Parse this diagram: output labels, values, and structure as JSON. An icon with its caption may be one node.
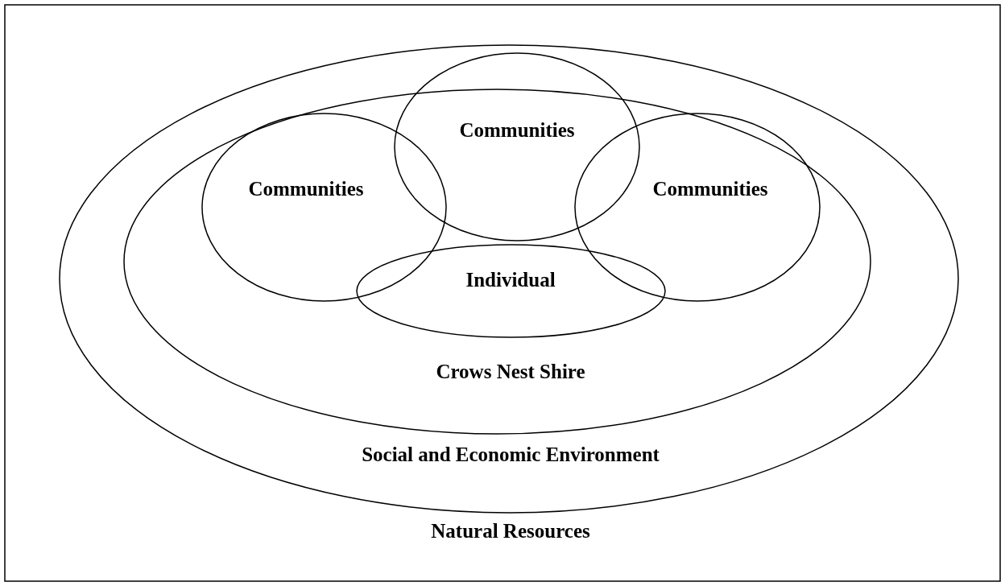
{
  "diagram": {
    "nodes": [
      {
        "text": [
          "Natural Resources"
        ]
      },
      {
        "text": [
          "Social and Economic Environment"
        ],
        "in": 0
      },
      {
        "text": [
          "Crows Nest Shire"
        ],
        "in": 1
      },
      {
        "text": [
          "Communities"
        ],
        "in": 2
      },
      {
        "text": [
          "Communities"
        ],
        "in": 1
      },
      {
        "text": [
          "Communities"
        ],
        "in": 2
      },
      {
        "text": [
          "Individual"
        ],
        "in": 2
      }
    ]
  }
}
